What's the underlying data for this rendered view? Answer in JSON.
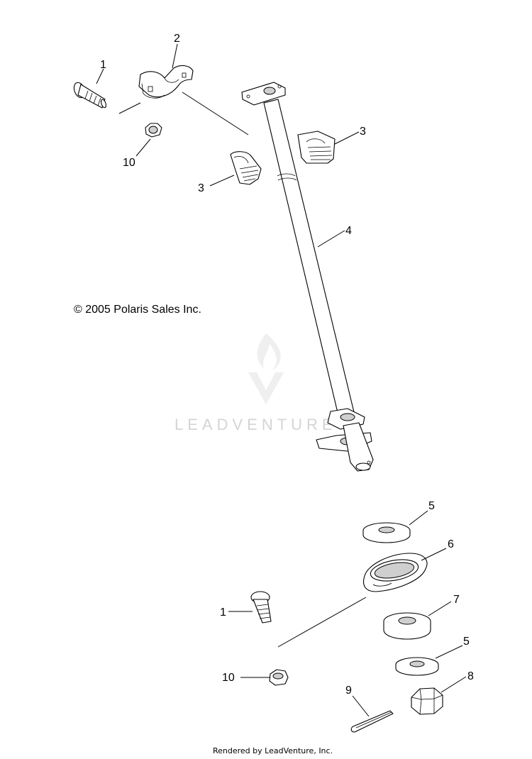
{
  "copyright": "© 2005 Polaris Sales Inc.",
  "footer": "Rendered by LeadVenture, Inc.",
  "watermark": "LEADVENTURE",
  "callouts": {
    "bolt_top": "1",
    "clamp": "2",
    "bushing_right": "3",
    "bushing_left": "3",
    "shaft": "4",
    "nut_top": "10",
    "washer_top": "5",
    "bearing_plate": "6",
    "spacer": "7",
    "washer_bottom": "5",
    "bolt_bottom": "1",
    "nut_bottom": "10",
    "cotter_pin": "9",
    "castle_nut": "8"
  }
}
